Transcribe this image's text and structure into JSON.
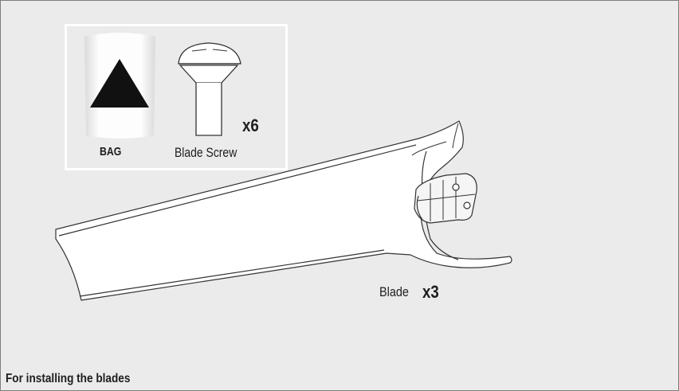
{
  "parts": {
    "bag_label": "BAG",
    "screw_label": "Blade Screw",
    "screw_qty": "x6",
    "blade_label": "Blade",
    "blade_qty": "x3"
  },
  "footer_text": "For installing the blades",
  "colors": {
    "panel_background": "#ebebeb",
    "border": "#7d7d7d",
    "outline": "#333333",
    "bag_triangle": "#111111"
  }
}
